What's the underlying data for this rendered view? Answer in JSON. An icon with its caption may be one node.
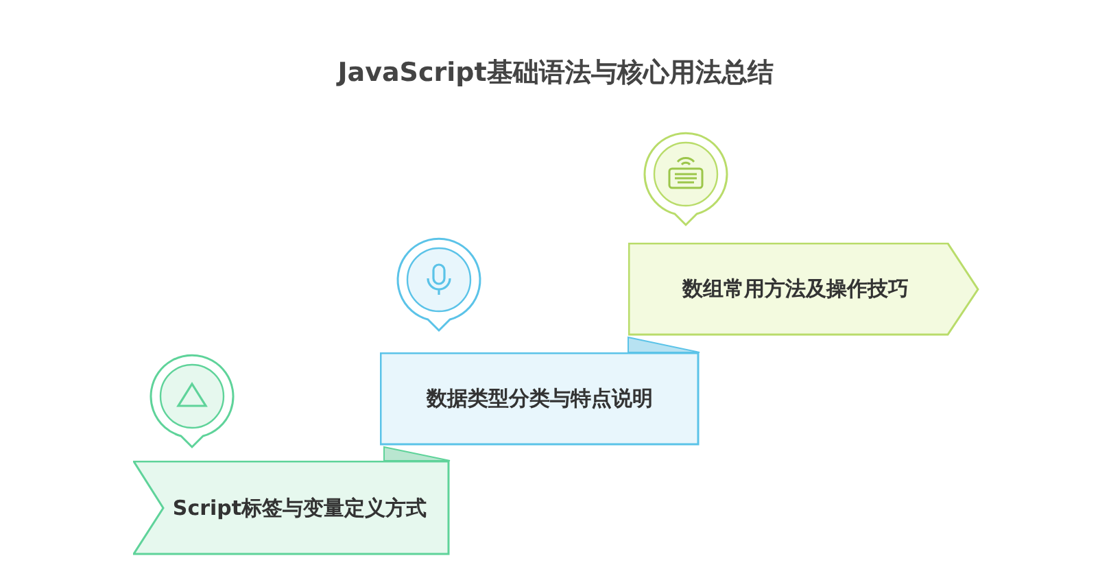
{
  "diagram": {
    "title": "JavaScript基础语法与核心用法总结",
    "nodes": [
      {
        "text": [
          "Script标签与变量定义方式"
        ]
      },
      {
        "text": [
          "数据类型分类与特点说明"
        ]
      },
      {
        "text": [
          "数组常用方法及操作技巧"
        ]
      }
    ]
  }
}
